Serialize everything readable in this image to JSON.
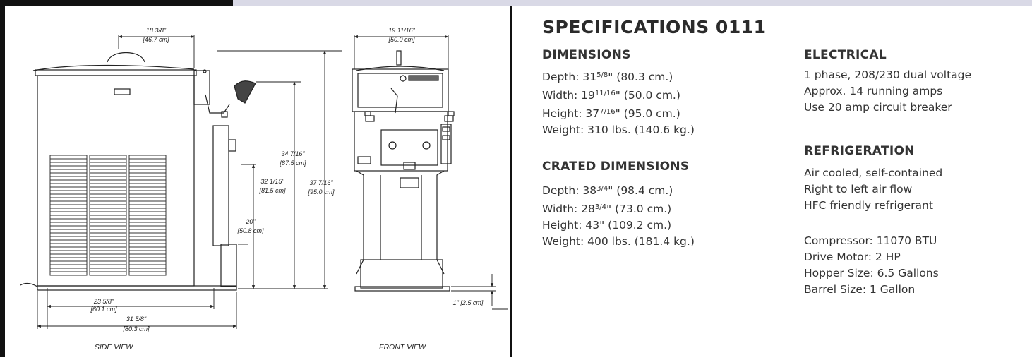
{
  "drawing": {
    "side_view_label": "SIDE VIEW",
    "front_view_label": "FRONT VIEW",
    "side_top_width": "18 3/8\"",
    "side_top_width_cm": "[46.7 cm]",
    "front_width": "19 11/16\"",
    "front_width_cm": "[50.0 cm]",
    "h_34": "34 7/16\"",
    "h_34_cm": "[87.5 cm]",
    "h_32": "32 1/15\"",
    "h_32_cm": "[81.5 cm]",
    "h_37": "37 7/16\"",
    "h_37_cm": "[95.0 cm]",
    "h_20": "20\"",
    "h_20_cm": "[50.8 cm]",
    "base_23": "23 5/8\"",
    "base_23_cm": "[60.1 cm]",
    "base_31": "31 5/8\"",
    "base_31_cm": "[80.3 cm]",
    "foot_height": "1\" [2.5 cm]"
  },
  "specs": {
    "title": "SPECIFICATIONS 0111",
    "dimensions": {
      "heading": "DIMENSIONS",
      "depth": {
        "label": "Depth: 31",
        "num": "5",
        "den": "8",
        "rest": "\" (80.3 cm.)"
      },
      "width": {
        "label": "Width: 19",
        "num": "11",
        "den": "16",
        "rest": "\" (50.0 cm.)"
      },
      "height": {
        "label": "Height: 37",
        "num": "7",
        "den": "16",
        "rest": "\" (95.0 cm.)"
      },
      "weight": "Weight: 310 lbs. (140.6 kg.)"
    },
    "crated": {
      "heading": "CRATED DIMENSIONS",
      "depth": {
        "label": "Depth: 38",
        "num": "3",
        "den": "4",
        "rest": "\" (98.4 cm.)"
      },
      "width": {
        "label": "Width: 28",
        "num": "3",
        "den": "4",
        "rest": "\" (73.0 cm.)"
      },
      "height": "Height: 43\" (109.2 cm.)",
      "weight": "Weight: 400 lbs. (181.4 kg.)"
    },
    "electrical": {
      "heading": "ELECTRICAL",
      "lines": [
        "1 phase, 208/230 dual voltage",
        "Approx. 14 running amps",
        "Use 20 amp circuit breaker"
      ]
    },
    "refrigeration": {
      "heading": "REFRIGERATION",
      "lines": [
        "Air cooled, self-contained",
        "Right to left air flow",
        "HFC friendly refrigerant"
      ]
    },
    "components": [
      "Compressor: 11070 BTU",
      "Drive Motor: 2 HP",
      "Hopper Size: 6.5 Gallons",
      "Barrel Size: 1 Gallon"
    ]
  }
}
